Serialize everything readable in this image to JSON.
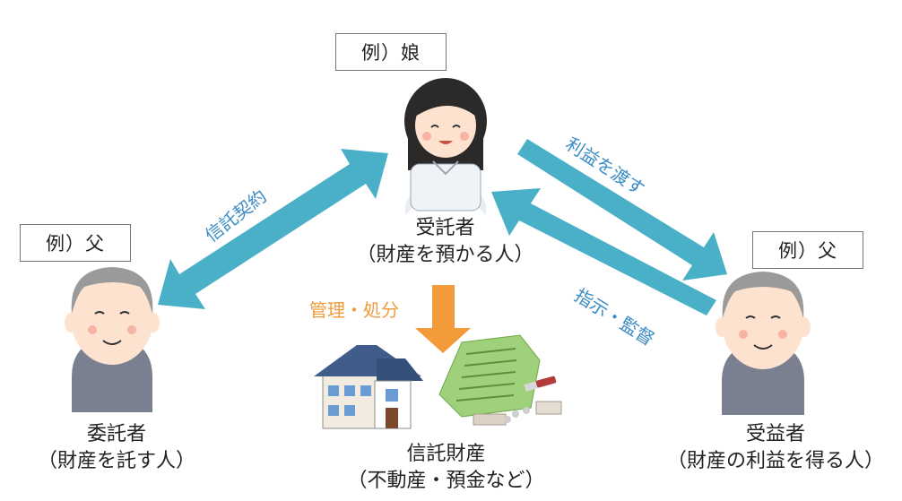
{
  "colors": {
    "arrow": "#4ab0c8",
    "orange": "#f39a3b",
    "blue_text": "#3a8cc5"
  },
  "trustee": {
    "example": "例）娘",
    "role": "受託者",
    "desc": "（財産を預かる人）"
  },
  "settlor": {
    "example": "例）父",
    "role": "委託者",
    "desc": "（財産を託す人）"
  },
  "beneficiary": {
    "example": "例）父",
    "role": "受益者",
    "desc": "（財産の利益を得る人）"
  },
  "property": {
    "role": "信託財産",
    "desc": "（不動産・預金など）"
  },
  "arrows": {
    "contract": "信託契約",
    "benefit": "利益を渡す",
    "instruct": "指示・監督",
    "manage": "管理・処分"
  }
}
